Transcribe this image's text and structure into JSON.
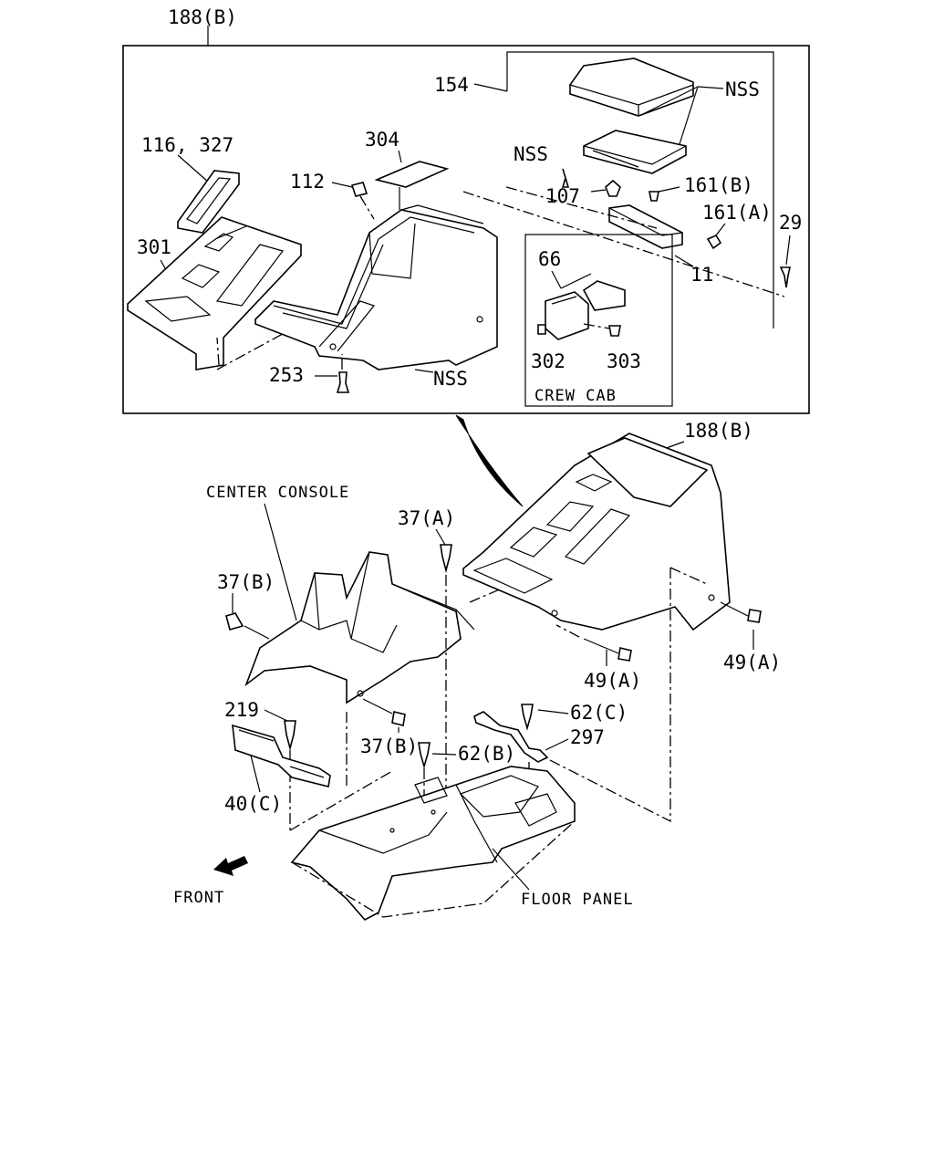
{
  "labels": {
    "top_assembly": "188(B)",
    "box_154": "154",
    "nss_lid": "NSS",
    "nss_screw": "NSS",
    "p116": "116, 327",
    "p304": "304",
    "p112": "112",
    "p107": "107",
    "p161b": "161(B)",
    "p161a": "161(A)",
    "p29": "29",
    "p301": "301",
    "p66": "66",
    "p11": "11",
    "p302": "302",
    "p303": "303",
    "p253": "253",
    "nss_body": "NSS",
    "crew_cab": "CREW CAB",
    "assembly_188b": "188(B)",
    "center_console": "CENTER CONSOLE",
    "p37a": "37(A)",
    "p37b_left": "37(B)",
    "p49a_mid": "49(A)",
    "p49a_right": "49(A)",
    "p219": "219",
    "p62c": "62(C)",
    "p297": "297",
    "p37b_low": "37(B)",
    "p62b": "62(B)",
    "p40c": "40(C)",
    "front": "FRONT",
    "floor_panel": "FLOOR PANEL"
  },
  "icons": {
    "front_arrow": "arrow-down-left-icon"
  }
}
